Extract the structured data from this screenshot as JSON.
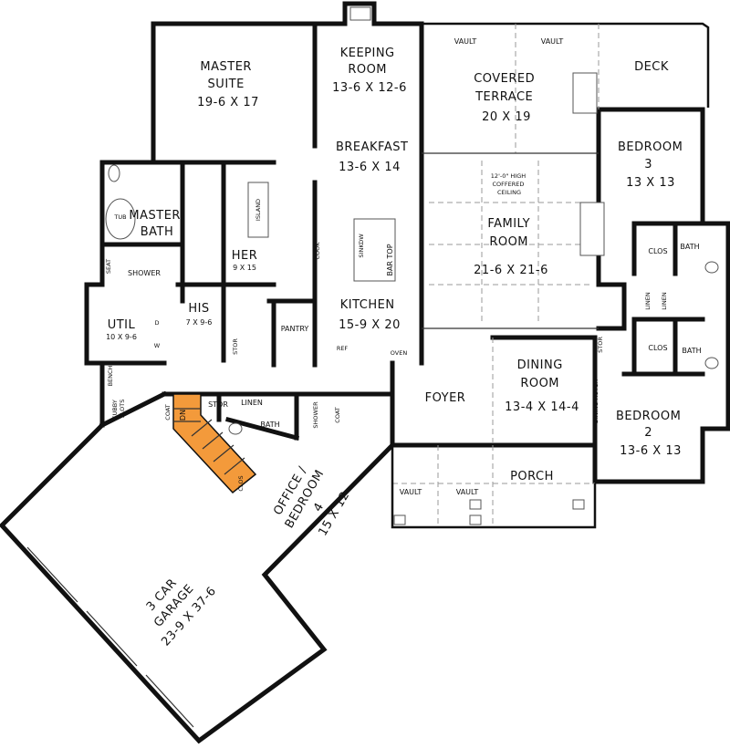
{
  "rooms": {
    "master_suite": {
      "name": [
        "MASTER",
        "SUITE"
      ],
      "size": "19-6 X 17"
    },
    "keeping_room": {
      "name": [
        "KEEPING",
        "ROOM"
      ],
      "size": "13-6 X 12-6"
    },
    "covered_terrace": {
      "name": [
        "COVERED",
        "TERRACE"
      ],
      "size": "20 X 19"
    },
    "deck": {
      "name": "DECK"
    },
    "breakfast": {
      "name": "BREAKFAST",
      "size": "13-6 X 14"
    },
    "bedroom3": {
      "name": [
        "BEDROOM",
        "3"
      ],
      "size": "13 X 13"
    },
    "master_bath": {
      "name": [
        "MASTER",
        "BATH"
      ]
    },
    "her": {
      "name": "HER",
      "size": "9 X 15"
    },
    "family_room": {
      "name": [
        "FAMILY",
        "ROOM"
      ],
      "size": "21-6 X 21-6"
    },
    "his": {
      "name": "HIS",
      "size": "7 X 9-6"
    },
    "util": {
      "name": "UTIL",
      "size": "10 X 9-6"
    },
    "kitchen": {
      "name": "KITCHEN",
      "size": "15-9 X 20"
    },
    "pantry": {
      "name": "PANTRY"
    },
    "dining_room": {
      "name": [
        "DINING",
        "ROOM"
      ],
      "size": "13-4 X 14-4"
    },
    "foyer": {
      "name": "FOYER"
    },
    "bedroom2": {
      "name": [
        "BEDROOM",
        "2"
      ],
      "size": "13-6 X 13"
    },
    "porch": {
      "name": "PORCH"
    },
    "office": {
      "name": [
        "OFFICE /",
        "BEDROOM",
        "4"
      ],
      "size": "15 X 12"
    },
    "garage": {
      "name": [
        "3 CAR",
        "GARAGE"
      ],
      "size": "23-9 X 37-6"
    }
  },
  "small_labels": {
    "vault": "VAULT",
    "coffered": [
      "12'-0\" HIGH",
      "COFFERED",
      "CEILING"
    ],
    "clos": "CLOS",
    "bath": "BATH",
    "linen": "LINEN",
    "stor": "STOR",
    "ref": "REF",
    "oven": "OVEN",
    "sink": "SINK",
    "dw": "DW",
    "bar_top": "BAR TOP",
    "cook": "COOK",
    "island": "ISLAND",
    "tub": "TUB",
    "seat": "SEAT",
    "shower": "SHOWER",
    "dining_hutch": "DINING HUTCH",
    "bench": "BENCH",
    "cubby_slots": [
      "CUBBY",
      "SLOTS"
    ],
    "coat": "COAT",
    "dn": "DN",
    "d": "D",
    "w": "W"
  },
  "colors": {
    "stairs": "#f39a3b",
    "walls": "#111111"
  }
}
